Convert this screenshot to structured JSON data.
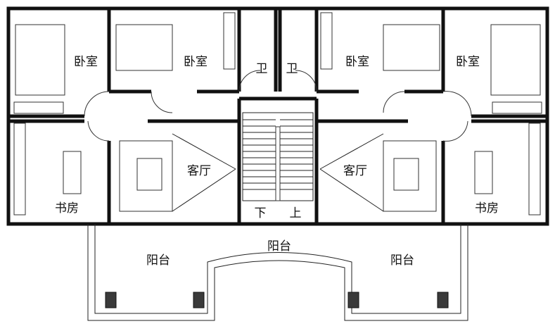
{
  "plan": {
    "rooms": {
      "bedroom_left_outer": "卧室",
      "bedroom_left_inner": "卧室",
      "bathroom_left": "卫",
      "bathroom_right": "卫",
      "bedroom_right_inner": "卧室",
      "bedroom_right_outer": "卧室",
      "study_left": "书房",
      "living_left": "客厅",
      "living_right": "客厅",
      "study_right": "书房",
      "balcony_left": "阳台",
      "balcony_center": "阳台",
      "balcony_right": "阳台"
    },
    "stairs": {
      "down": "下",
      "up": "上"
    }
  }
}
